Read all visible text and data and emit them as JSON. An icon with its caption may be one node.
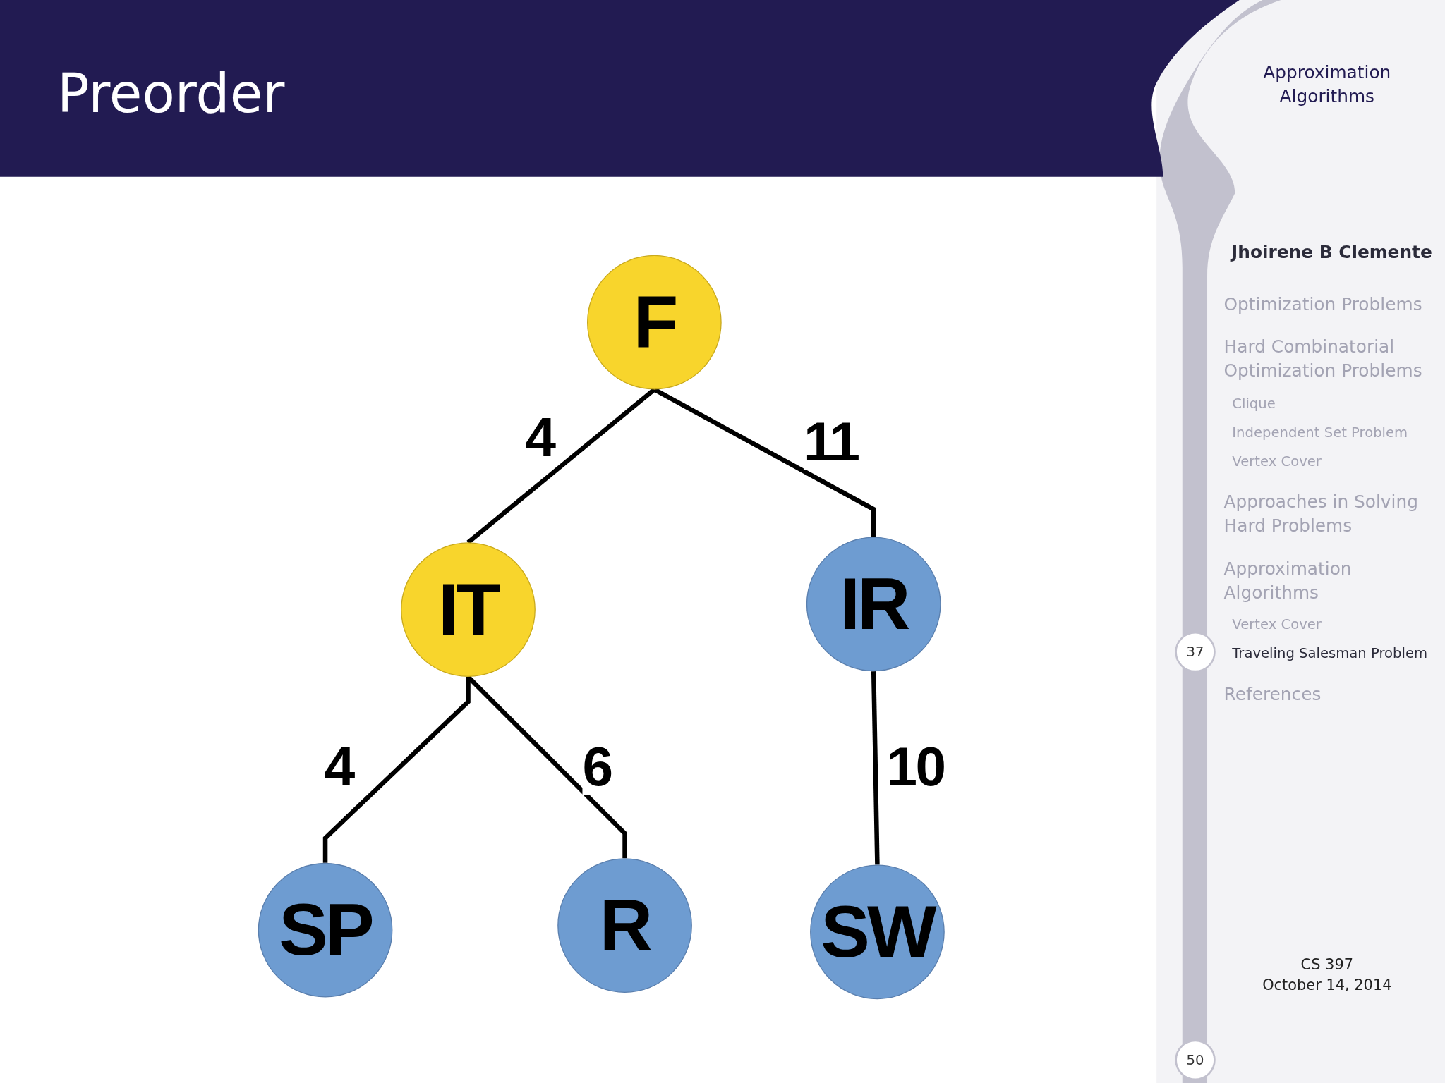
{
  "diagram": {
    "title": "Preorder",
    "nodes": [
      {
        "text": [
          "F"
        ]
      },
      {
        "text": [
          "IT"
        ]
      },
      {
        "text": [
          "IR"
        ]
      },
      {
        "text": [
          "SP"
        ]
      },
      {
        "text": [
          "R"
        ]
      },
      {
        "text": [
          "SW"
        ]
      },
      {
        "text": [
          "37"
        ]
      },
      {
        "text": [
          "50"
        ]
      }
    ],
    "edges": [
      {
        "from": 0,
        "to": 1,
        "arrow": "none",
        "label": "4"
      },
      {
        "from": 0,
        "to": 2,
        "arrow": "none",
        "label": "11"
      },
      {
        "from": 1,
        "to": 3,
        "arrow": "none",
        "label": "4"
      },
      {
        "from": 1,
        "to": 4,
        "arrow": "none",
        "label": "6"
      },
      {
        "from": 2,
        "to": 5,
        "arrow": "none",
        "label": "10"
      }
    ],
    "labels": [
      "Approximation Algorithms",
      "Jhoirene B Clemente",
      "Optimization Problems",
      "Hard Combinatorial Optimization Problems",
      "Clique",
      "Independent Set Problem",
      "Vertex Cover",
      "Approaches in Solving Hard Problems",
      "Approximation Algorithms",
      "Vertex Cover",
      "Traveling Salesman Problem",
      "References",
      "CS 397",
      "October 14, 2014"
    ]
  }
}
